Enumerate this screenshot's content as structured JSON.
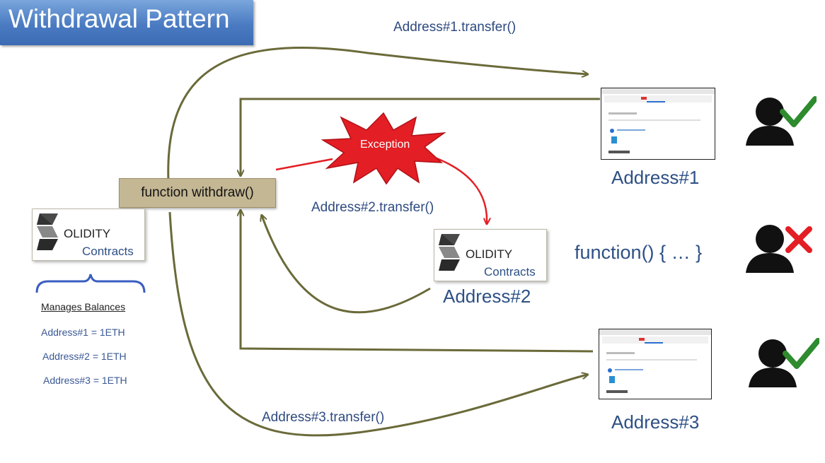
{
  "title": "Withdrawal Pattern",
  "function_box": "function withdraw()",
  "exception_label": "Exception",
  "calls": {
    "address1": "Address#1.transfer()",
    "address2": "Address#2.transfer()",
    "address3": "Address#3.transfer()"
  },
  "contract": {
    "logo_word": "OLIDITY",
    "subtitle": "Contracts"
  },
  "balances": {
    "heading": "Manages Balances",
    "items": [
      "Address#1 = 1ETH",
      "Address#2 = 1ETH",
      "Address#3 = 1ETH"
    ]
  },
  "addresses": {
    "a1": "Address#1",
    "a2": "Address#2",
    "a3": "Address#3"
  },
  "fallback_function": "function() { … }",
  "status": {
    "a1": "success",
    "a2": "failure",
    "a3": "success"
  },
  "colors": {
    "arrow": "#6a6a3a",
    "exception": "#e31e24",
    "check": "#2e8b2e",
    "cross": "#e31e24",
    "title_bg": "#4a7bc2"
  }
}
